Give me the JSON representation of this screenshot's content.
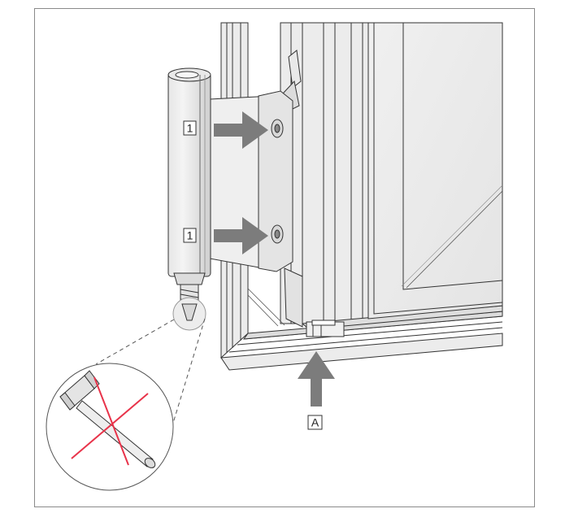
{
  "callouts": {
    "screw_upper": "1",
    "screw_lower": "1",
    "bottom_push": "A"
  },
  "icons": {
    "prohibition": "no-hammer-icon",
    "arrow": "push-arrow-icon"
  },
  "colors": {
    "line": "#333333",
    "frame_border": "#8a8a8a",
    "arrow": "#7c7c7c",
    "prohibition_red": "#e8334a"
  }
}
